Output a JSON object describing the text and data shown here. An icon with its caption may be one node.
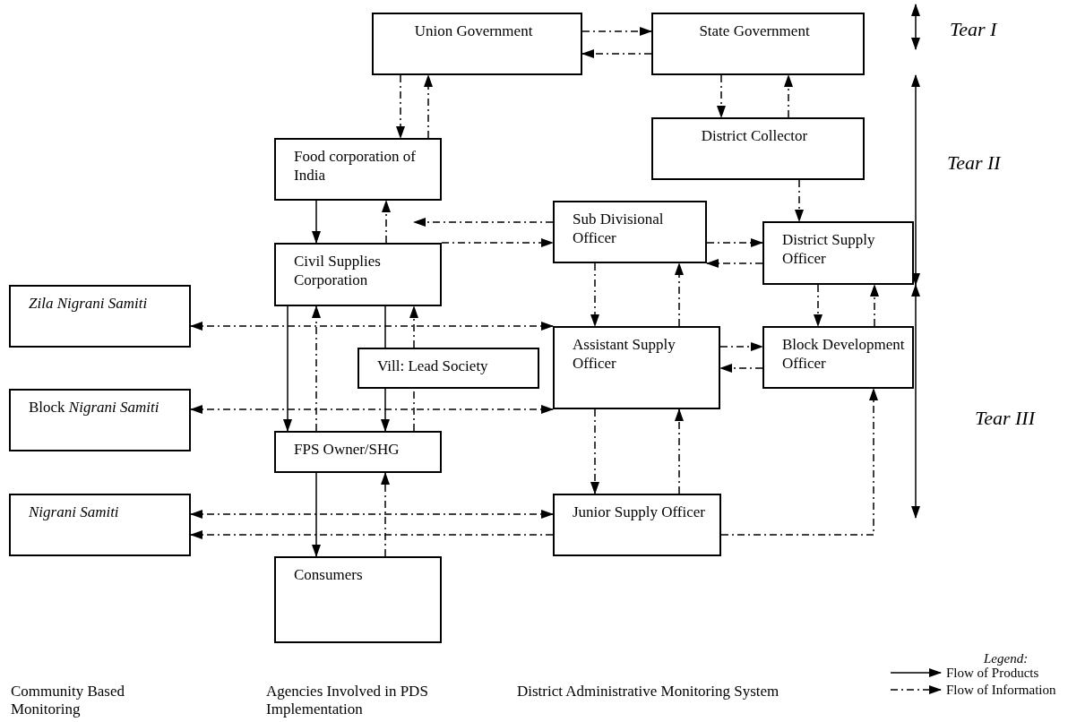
{
  "diagram": {
    "nodes": [
      {
        "text": [
          "Union Government"
        ]
      },
      {
        "text": [
          "State Government"
        ]
      },
      {
        "text": [
          "Food corporation of India"
        ]
      },
      {
        "text": [
          "District Collector"
        ]
      },
      {
        "text": [
          "Sub Divisional Officer"
        ]
      },
      {
        "text": [
          "District Supply Officer"
        ]
      },
      {
        "text": [
          "Civil Supplies Corporation"
        ]
      },
      {
        "text": [
          "Zila Nigrani Samiti"
        ]
      },
      {
        "text": [
          "Assistant Supply Officer"
        ]
      },
      {
        "text": [
          "Block Development Officer"
        ]
      },
      {
        "text": [
          "Vill: Lead Society"
        ]
      },
      {
        "text": [
          "Block *Nigrani Samiti*"
        ]
      },
      {
        "text": [
          "FPS Owner/SHG"
        ]
      },
      {
        "text": [
          "Nigrani Samiti"
        ]
      },
      {
        "text": [
          "Junior Supply Officer"
        ]
      },
      {
        "text": [
          "Consumers"
        ]
      }
    ],
    "edges": [
      {
        "from": 0,
        "to": 1,
        "arrow": "to",
        "style": "dashed"
      },
      {
        "from": 1,
        "to": 0,
        "arrow": "to",
        "style": "dashed"
      },
      {
        "from": 0,
        "to": 2,
        "arrow": "to",
        "style": "dashed"
      },
      {
        "from": 2,
        "to": 0,
        "arrow": "to",
        "style": "dashed"
      },
      {
        "from": 1,
        "to": 3,
        "arrow": "to",
        "style": "dashed"
      },
      {
        "from": 3,
        "to": 1,
        "arrow": "to",
        "style": "dashed"
      },
      {
        "from": 3,
        "to": 5,
        "arrow": "to",
        "style": "dashed"
      },
      {
        "from": 2,
        "to": 6,
        "arrow": "to"
      },
      {
        "from": 6,
        "to": 2,
        "arrow": "to",
        "style": "dashed"
      },
      {
        "from": 4,
        "to": 6,
        "arrow": "to",
        "style": "dashed"
      },
      {
        "from": 6,
        "to": 4,
        "arrow": "to",
        "style": "dashed"
      },
      {
        "from": 4,
        "to": 5,
        "arrow": "to",
        "style": "dashed"
      },
      {
        "from": 5,
        "to": 4,
        "arrow": "to",
        "style": "dashed"
      },
      {
        "from": 4,
        "to": 8,
        "arrow": "to",
        "style": "dashed"
      },
      {
        "from": 8,
        "to": 4,
        "arrow": "to",
        "style": "dashed"
      },
      {
        "from": 5,
        "to": 9,
        "arrow": "to",
        "style": "dashed"
      },
      {
        "from": 9,
        "to": 5,
        "arrow": "to",
        "style": "dashed"
      },
      {
        "from": 8,
        "to": 9,
        "arrow": "to",
        "style": "dashed"
      },
      {
        "from": 9,
        "to": 8,
        "arrow": "to",
        "style": "dashed"
      },
      {
        "from": 7,
        "to": 8,
        "arrow": "both",
        "style": "dashed"
      },
      {
        "from": 11,
        "to": 8,
        "arrow": "both",
        "style": "dashed"
      },
      {
        "from": 13,
        "to": 14,
        "arrow": "both",
        "style": "dashed"
      },
      {
        "from": 14,
        "to": 13,
        "arrow": "to",
        "style": "dashed"
      },
      {
        "from": 6,
        "to": 12,
        "arrow": "to"
      },
      {
        "from": 12,
        "to": 6,
        "arrow": "to",
        "style": "dashed"
      },
      {
        "from": 6,
        "to": 10,
        "arrow": "none"
      },
      {
        "from": 10,
        "to": 12,
        "arrow": "to"
      },
      {
        "from": 12,
        "to": 10,
        "arrow": "none",
        "style": "dashed"
      },
      {
        "from": 10,
        "to": 6,
        "arrow": "to",
        "style": "dashed"
      },
      {
        "from": 12,
        "to": 15,
        "arrow": "to"
      },
      {
        "from": 15,
        "to": 12,
        "arrow": "to",
        "style": "dashed"
      },
      {
        "from": 8,
        "to": 14,
        "arrow": "to",
        "style": "dashed"
      },
      {
        "from": 14,
        "to": 8,
        "arrow": "to",
        "style": "dashed"
      },
      {
        "from": 14,
        "to": 9,
        "arrow": "to",
        "style": "dashed"
      }
    ],
    "labels": [
      "Tear I",
      "Tear II",
      "Tear III",
      "Legend:",
      "Community Based Monitoring",
      "Agencies Involved in PDS Implementation",
      "District Administrative Monitoring System"
    ],
    "legend": [
      {
        "text": "Flow of Products"
      },
      {
        "text": "Flow of Information"
      }
    ]
  }
}
